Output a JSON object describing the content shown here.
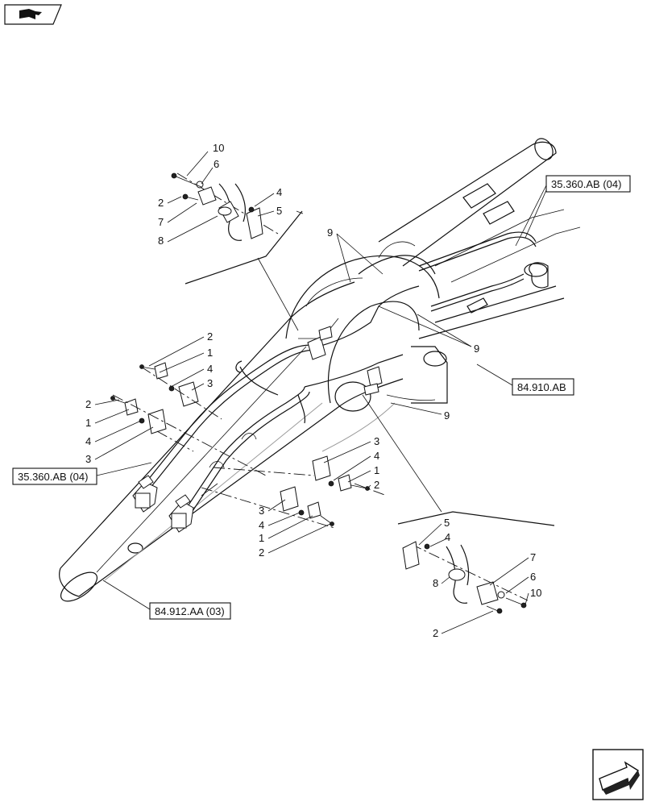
{
  "nav": {
    "book_icon": "book-icon",
    "next_arrow_icon": "next-page-arrow-icon"
  },
  "references": {
    "ref_top_right": "35.360.AB (04)",
    "ref_mid_right": "84.910.AB",
    "ref_left": "35.360.AB (04)",
    "ref_bottom": "84.912.AA (03)"
  },
  "callouts": {
    "top_detail": [
      "10",
      "6",
      "2",
      "7",
      "8",
      "4",
      "5"
    ],
    "nine_labels": [
      "9",
      "9",
      "9"
    ],
    "left_upper_group": [
      "2",
      "1",
      "4",
      "3"
    ],
    "left_lower_group": [
      "2",
      "1",
      "4",
      "3"
    ],
    "mid_right_group": [
      "3",
      "4",
      "1",
      "2"
    ],
    "mid_center_group": [
      "3",
      "4",
      "1",
      "2"
    ],
    "bottom_detail": [
      "5",
      "4",
      "7",
      "8",
      "6",
      "10",
      "2"
    ]
  }
}
